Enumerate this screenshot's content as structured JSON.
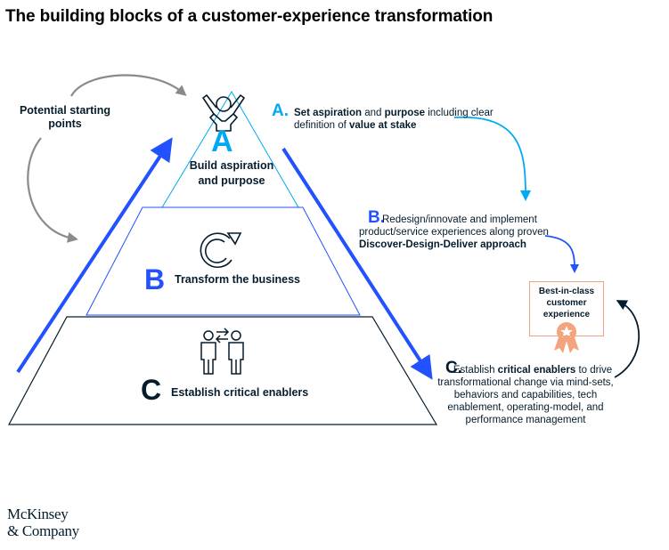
{
  "title": "The building blocks of a customer-experience transformation",
  "starting_points_label": "Potential starting points",
  "pyramid": {
    "a": {
      "letter": "A",
      "label": "Build aspiration and purpose"
    },
    "b": {
      "letter": "B",
      "label": "Transform the business"
    },
    "c": {
      "letter": "C",
      "label": "Establish critical enablers"
    }
  },
  "descriptions": {
    "a": {
      "letter": "A.",
      "bold1": "Set aspiration",
      "t1": " and ",
      "bold2": "purpose",
      "t2": " including clear definition of ",
      "bold3": "value at stake"
    },
    "b": {
      "letter": "B.",
      "t1": "Redesign/innovate and implement",
      "t2": "product/service experiences along proven",
      "bold1": "Discover-Design-Deliver approach"
    },
    "c": {
      "letter": "C.",
      "t1": "Establish ",
      "bold1": "critical enablers",
      "t2": " to drive transformational change via mind-sets, behaviors and capabilities, tech enablement, operating-model, and performance management"
    }
  },
  "outcome": {
    "label": "Best-in-class customer experience"
  },
  "logo": {
    "line1": "McKinsey",
    "line2": "& Company"
  },
  "colors": {
    "a_accent": "#00a9f4",
    "b_accent": "#2251ff",
    "c_accent": "#051c2c",
    "outcome_accent": "#f3a37d",
    "gray_arrow": "#8a8a8a"
  },
  "icons": [
    "person-arms-raised-icon",
    "cycle-arrow-icon",
    "two-people-exchange-icon",
    "award-ribbon-icon"
  ]
}
